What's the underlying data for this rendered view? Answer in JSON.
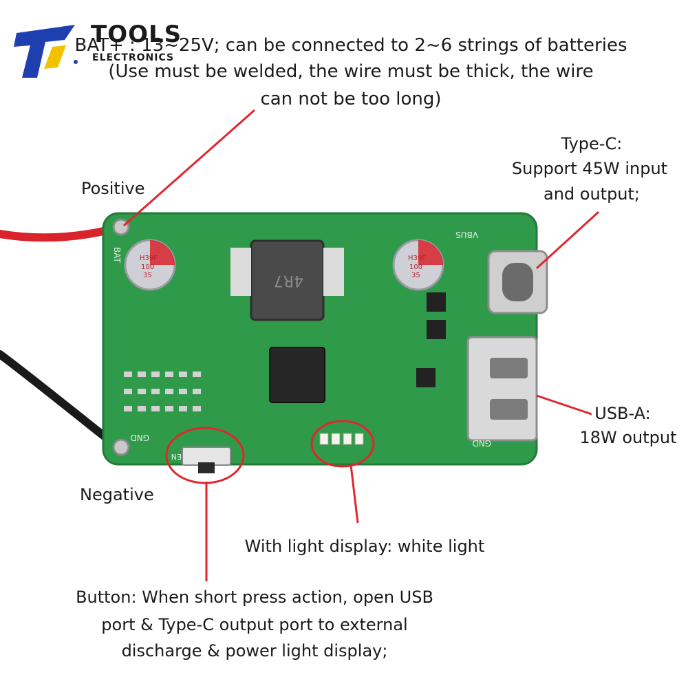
{
  "logo": {
    "word1": "TOOLS",
    "word2": "ELECTRONICS"
  },
  "header": {
    "line1": "BAT+ : 13~25V; can be connected to 2~6 strings of batteries",
    "line2": "(Use must be welded, the wire must be thick, the wire",
    "line3": "can not be too long)"
  },
  "labels": {
    "positive": "Positive",
    "negative": "Negative",
    "typec_1": "Type-C:",
    "typec_2": "Support 45W input",
    "typec_3": "and output;",
    "usba_1": "USB-A:",
    "usba_2": "18W output",
    "light": "With light display: white light",
    "button_1": "Button: When short press action, open USB",
    "button_2": "port & Type-C output port to external",
    "button_3": "discharge & power light display;"
  },
  "board": {
    "inductor_mark": "4R7",
    "cap_left_1": "H39F",
    "cap_left_2": "100",
    "cap_left_3": "35",
    "cap_right_1": "H39F",
    "cap_right_2": "100",
    "cap_right_3": "35",
    "silk_bat": "BAT",
    "silk_gnd_left": "GND",
    "silk_gnd_right": "GND",
    "silk_vbus": "VBUS",
    "silk_en": "EN"
  },
  "colors": {
    "pcb": "#2f9a4a",
    "pcb_edge": "#237a39",
    "wire_red": "#d8232a",
    "wire_black": "#1a1a1a",
    "annotation_red": "#e0262c",
    "logo_blue": "#1f3fb0",
    "logo_yellow": "#f2c200"
  }
}
